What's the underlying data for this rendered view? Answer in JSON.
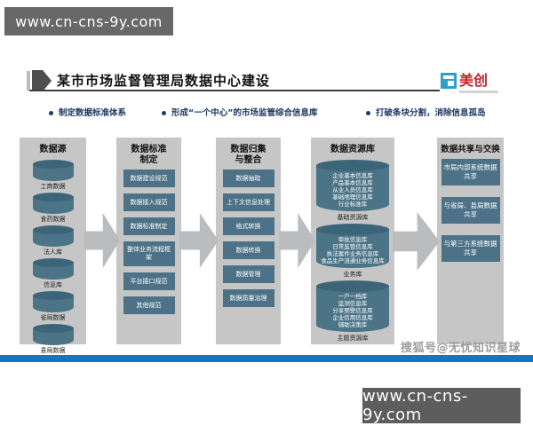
{
  "watermarks": {
    "top_url": "www.cn-cns-9y.com",
    "bottom_url": "www.cn-cns-9y.com",
    "sohu": "搜狐号@无忧知识星球"
  },
  "header": {
    "title": "某市市场监督管理局数据中心建设",
    "logo_text": "美创"
  },
  "bullets": [
    "制定数据标准体系",
    "形成“一个中心”的市场监管综合信息库",
    "打破条块分割，消除信息孤岛"
  ],
  "columns": [
    {
      "header": "数据源",
      "items": [
        "工商数据",
        "食药数据",
        "法人库",
        "信息库",
        "省局数据",
        "县局数据"
      ]
    },
    {
      "header": "数据标准制定",
      "items": [
        "数据建设规范",
        "数据接入规范",
        "数据标准制定",
        "整体业务流程框架",
        "平台接口规范",
        "其他规范"
      ]
    },
    {
      "header": "数据归集与整合",
      "items": [
        "数据抽取",
        "上下文信息处理",
        "格式转换",
        "数据转换",
        "数据管理",
        "数据质量治理"
      ]
    },
    {
      "header": "数据资源库",
      "groups": [
        {
          "lines": [
            "企业基本信息库",
            "产品基本信息库",
            "从业人员信息库",
            "基础地理信息库",
            "行业标准库"
          ],
          "label": "基础资源库"
        },
        {
          "lines": [
            "审批信息库",
            "日常监管信息库",
            "执法案件业务信息库",
            "食品生产流通业务信息库"
          ],
          "label": "业务库"
        },
        {
          "lines": [
            "一户一档库",
            "监测信息库",
            "分享预警信息库",
            "企业信用信息库",
            "辅助决策库"
          ],
          "label": "主题资源库"
        }
      ]
    },
    {
      "header": "数据共享与交换",
      "items": [
        "市局内部系统数据共享",
        "与省局、县局数据共享",
        "与第三方系统数据共享"
      ]
    }
  ],
  "colors": {
    "accent": "#1277bf",
    "panel": "#c6c6c6",
    "steel": "#4c7487",
    "steeldark": "#3d6579",
    "steel2": "#4d7287",
    "arrow": "#babcbe",
    "bullet": "#1f3864",
    "urlbox": "#686868",
    "logored": "#c7252c",
    "logoblue": "#2da0cd"
  }
}
